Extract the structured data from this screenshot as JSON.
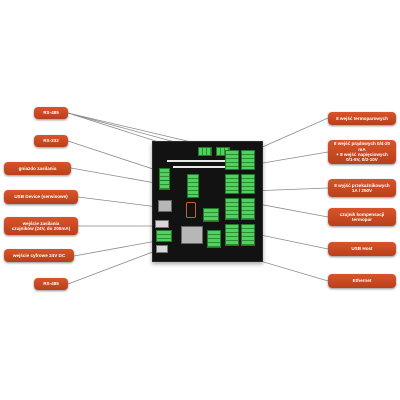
{
  "labels": {
    "rs485_top": "RS-485",
    "rs232": "RS-232",
    "power_socket": "gniazdo zasilania",
    "usb_device": "USB Device (serwisowe)",
    "sensor_power": "wejście zasilania\nczujników (24V, do 200mA)",
    "digital_inputs": "wejście cyfrowe 24V DC",
    "rs485_bottom": "RS-485",
    "thermocouple_inputs": "8 wejść termoparowych",
    "current_voltage_inputs": "8 wejść prądowych 0/4-20 mA\n+ 8 wejść napięciowych\n0/1-5V, 0/2-10V",
    "relay_outputs": "8 wyjść przekaźnikowych\n1A / 250V",
    "cold_junction": "czujnik kompensacji\ntermopar",
    "usb_host": "USB Host",
    "ethernet": "Ethernet"
  },
  "colors": {
    "label_fill": "#c84a22",
    "label_text": "#ffffff",
    "board": "#121212",
    "terminal_block": "#3dbb4a",
    "leader_line": "#8a8a8a"
  }
}
